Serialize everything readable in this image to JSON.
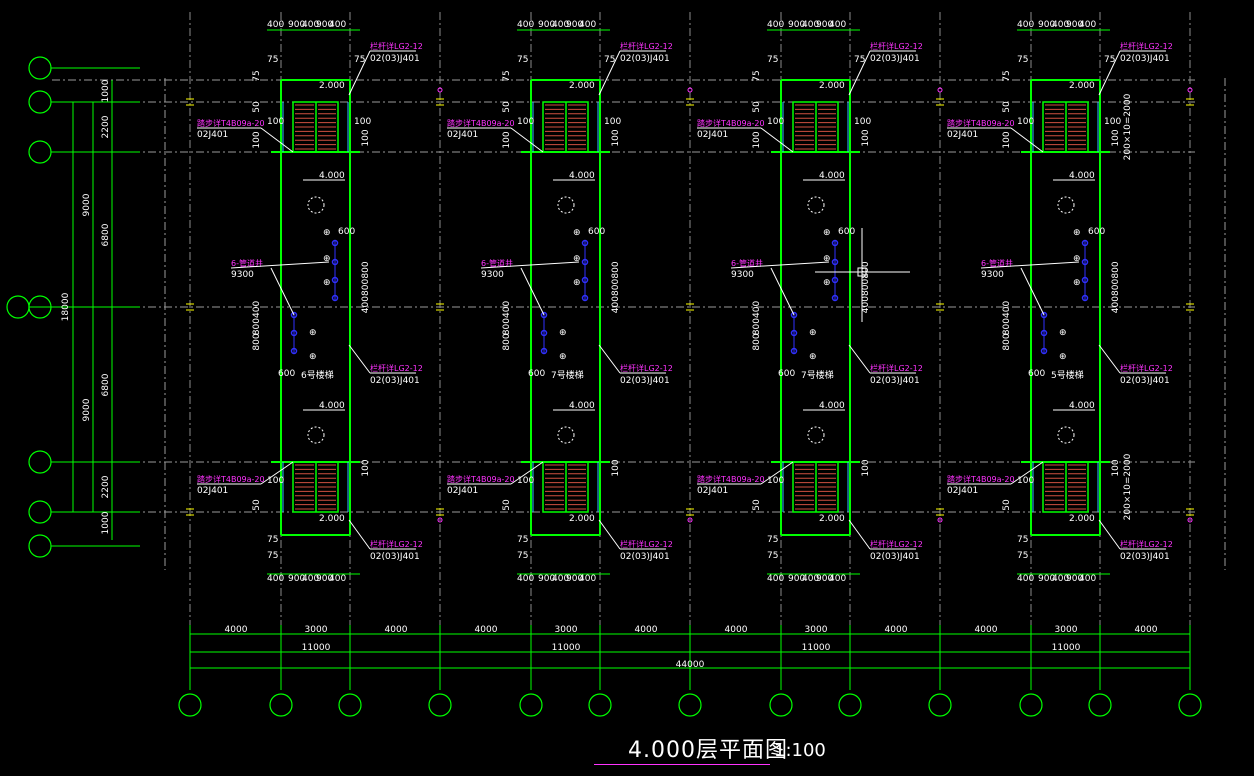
{
  "drawing": {
    "title": "4.000层平面图",
    "scale": "1:100",
    "colors": {
      "background": "#000000",
      "structure": "#00ff00",
      "axis": "#c8c8c8",
      "text": "#ffffff",
      "annotation": "#ff33ff",
      "stair": "#d05040",
      "pipe": "#3030ff",
      "marker": "#ffff00"
    },
    "module_top_dims": [
      "400",
      "900",
      "400",
      "900",
      "400"
    ],
    "side_dims_top": [
      "75",
      "75"
    ],
    "side_dims_mid": [
      "50",
      "100",
      "100"
    ],
    "side_dims_bottom": [
      "100",
      "50",
      "75",
      "75"
    ],
    "stair_elev": "2.000",
    "floor_elev": "4.000",
    "railing_label": "栏杆详LG2-12",
    "railing_ref": "02(03)J401",
    "step_label": "踏步详T4B09a-20",
    "step_ref": "02J401",
    "pipe_label": "6-管道井",
    "pipe_ref": "9300",
    "pipe_dims": [
      "600",
      "800",
      "400",
      "800",
      "400",
      "800",
      "600"
    ],
    "pipe_note_top": "7号楼梯",
    "pipe_note": "6号楼梯",
    "pipe_note_right": "5号楼梯",
    "right_stair_dim": "200×10=2000",
    "left_dims": {
      "outer": "18000",
      "half": [
        "9000",
        "9000"
      ],
      "segments": [
        "1000",
        "2200",
        "6800",
        "6800",
        "2200",
        "1000"
      ]
    },
    "bottom_dims": {
      "module_segments": [
        "4000",
        "3000",
        "4000",
        "4000",
        "3000",
        "4000",
        "4000",
        "3000",
        "4000",
        "4000",
        "3000",
        "4000"
      ],
      "module_totals": [
        "11000",
        "11000",
        "11000",
        "11000"
      ],
      "overall": "44000"
    }
  }
}
